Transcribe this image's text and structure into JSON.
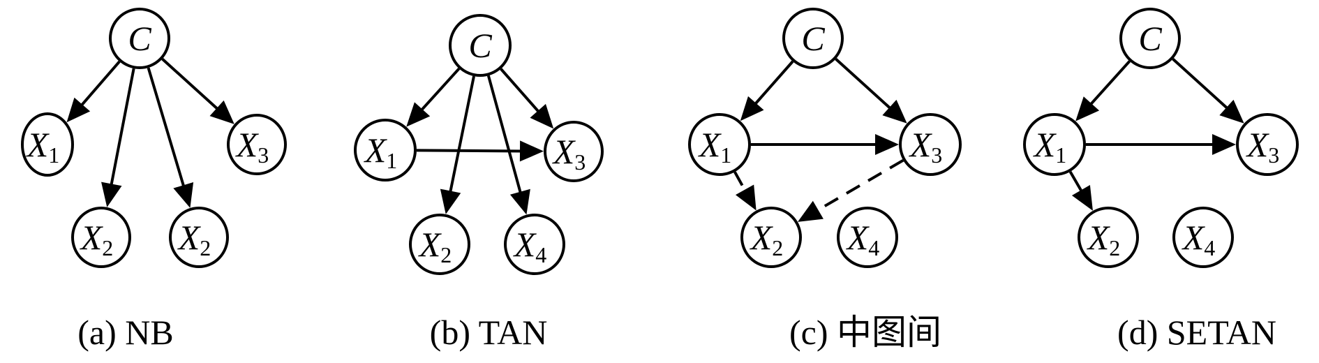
{
  "colors": {
    "stroke": "#000000",
    "background": "#ffffff"
  },
  "panels": [
    {
      "id": "a",
      "caption": "(a) NB",
      "nodes": [
        {
          "id": "C",
          "label": "C",
          "sub": ""
        },
        {
          "id": "X1",
          "label": "X",
          "sub": "1"
        },
        {
          "id": "X3",
          "label": "X",
          "sub": "3"
        },
        {
          "id": "X2a",
          "label": "X",
          "sub": "2"
        },
        {
          "id": "X2b",
          "label": "X",
          "sub": "2"
        }
      ],
      "edges": [
        {
          "from": "C",
          "to": "X1",
          "style": "solid"
        },
        {
          "from": "C",
          "to": "X2a",
          "style": "solid"
        },
        {
          "from": "C",
          "to": "X2b",
          "style": "solid"
        },
        {
          "from": "C",
          "to": "X3",
          "style": "solid"
        }
      ]
    },
    {
      "id": "b",
      "caption": "(b) TAN",
      "nodes": [
        {
          "id": "C",
          "label": "C",
          "sub": ""
        },
        {
          "id": "X1",
          "label": "X",
          "sub": "1"
        },
        {
          "id": "X3",
          "label": "X",
          "sub": "3"
        },
        {
          "id": "X2",
          "label": "X",
          "sub": "2"
        },
        {
          "id": "X4",
          "label": "X",
          "sub": "4"
        }
      ],
      "edges": [
        {
          "from": "C",
          "to": "X1",
          "style": "solid"
        },
        {
          "from": "C",
          "to": "X3",
          "style": "solid"
        },
        {
          "from": "C",
          "to": "X2",
          "style": "solid"
        },
        {
          "from": "C",
          "to": "X4",
          "style": "solid"
        },
        {
          "from": "X1",
          "to": "X3",
          "style": "solid"
        }
      ]
    },
    {
      "id": "c",
      "caption": "(c) 中图间",
      "nodes": [
        {
          "id": "C",
          "label": "C",
          "sub": ""
        },
        {
          "id": "X1",
          "label": "X",
          "sub": "1"
        },
        {
          "id": "X3",
          "label": "X",
          "sub": "3"
        },
        {
          "id": "X2",
          "label": "X",
          "sub": "2"
        },
        {
          "id": "X4",
          "label": "X",
          "sub": "4"
        }
      ],
      "edges": [
        {
          "from": "C",
          "to": "X1",
          "style": "solid"
        },
        {
          "from": "C",
          "to": "X3",
          "style": "solid"
        },
        {
          "from": "X1",
          "to": "X3",
          "style": "solid"
        },
        {
          "from": "X1",
          "to": "X2",
          "style": "dashed"
        },
        {
          "from": "X3",
          "to": "X2",
          "style": "dashed"
        }
      ]
    },
    {
      "id": "d",
      "caption": "(d) SETAN",
      "nodes": [
        {
          "id": "C",
          "label": "C",
          "sub": ""
        },
        {
          "id": "X1",
          "label": "X",
          "sub": "1"
        },
        {
          "id": "X3",
          "label": "X",
          "sub": "3"
        },
        {
          "id": "X2",
          "label": "X",
          "sub": "2"
        },
        {
          "id": "X4",
          "label": "X",
          "sub": "4"
        }
      ],
      "edges": [
        {
          "from": "C",
          "to": "X1",
          "style": "solid"
        },
        {
          "from": "C",
          "to": "X3",
          "style": "solid"
        },
        {
          "from": "X1",
          "to": "X3",
          "style": "solid"
        },
        {
          "from": "X1",
          "to": "X2",
          "style": "solid"
        }
      ]
    }
  ]
}
